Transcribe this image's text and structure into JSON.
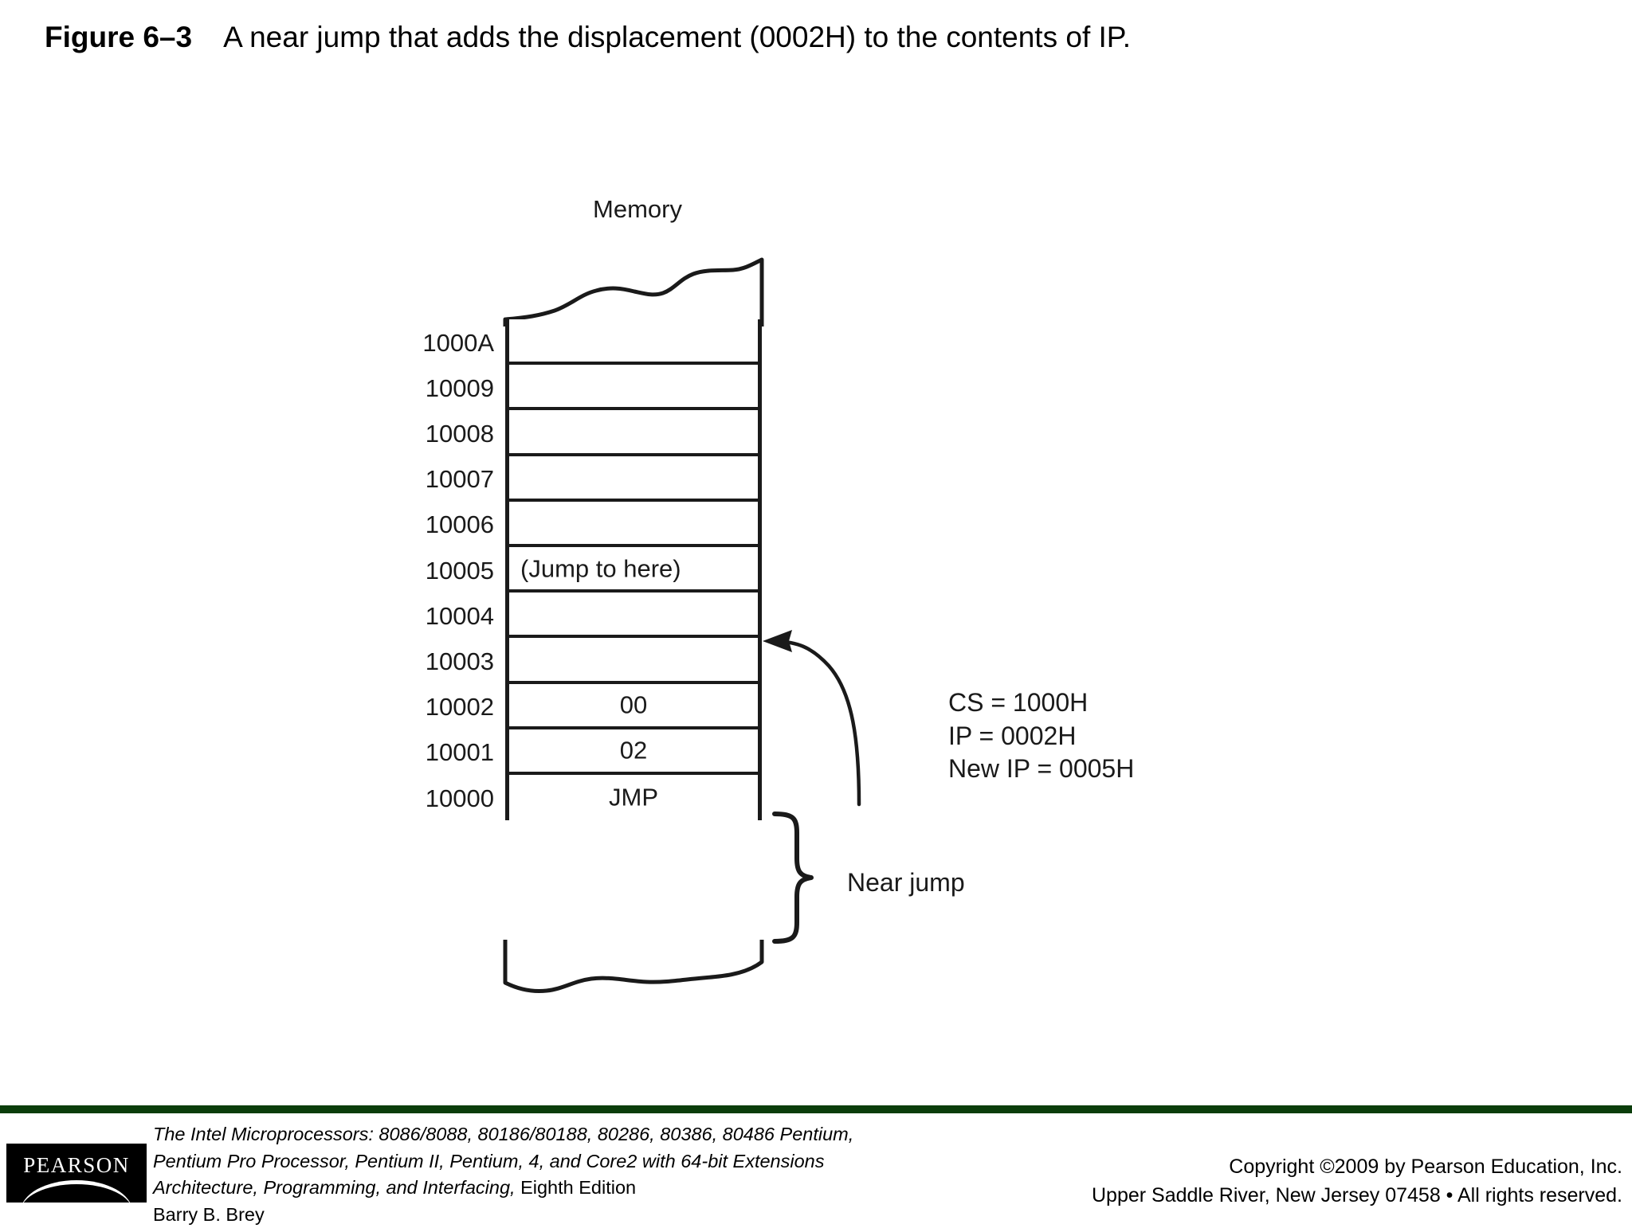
{
  "figure": {
    "label": "Figure 6–3",
    "caption": "A near jump that adds the displacement (0002H) to the contents of IP."
  },
  "diagram": {
    "memory_title": "Memory",
    "rows": [
      {
        "address": "1000A",
        "value": ""
      },
      {
        "address": "10009",
        "value": ""
      },
      {
        "address": "10008",
        "value": ""
      },
      {
        "address": "10007",
        "value": ""
      },
      {
        "address": "10006",
        "value": ""
      },
      {
        "address": "10005",
        "value": "(Jump to here)"
      },
      {
        "address": "10004",
        "value": ""
      },
      {
        "address": "10003",
        "value": ""
      },
      {
        "address": "10002",
        "value": "00"
      },
      {
        "address": "10001",
        "value": "02"
      },
      {
        "address": "10000",
        "value": "JMP"
      }
    ],
    "registers": {
      "cs": "CS = 1000H",
      "ip": "IP = 0002H",
      "new_ip": "New IP = 0005H"
    },
    "brace_label": "Near jump"
  },
  "footer": {
    "logo_text": "PEARSON",
    "book_line_1_italic": "The Intel Microprocessors: 8086/8088, 80186/80188, 80286, 80386, 80486 Pentium,",
    "book_line_2_italic": "Pentium Pro Processor, Pentium II, Pentium, 4, and Core2 with 64-bit Extensions",
    "book_line_3_italic": "Architecture, Programming, and Interfacing,",
    "book_line_3_roman": " Eighth Edition",
    "book_line_4": "Barry B. Brey",
    "copyright_line_1": "Copyright ©2009 by Pearson Education, Inc.",
    "copyright_line_2": "Upper Saddle River, New Jersey 07458 • All rights reserved."
  },
  "colors": {
    "rule_green": "#0b3d0b",
    "ink": "#1a1a1a"
  }
}
